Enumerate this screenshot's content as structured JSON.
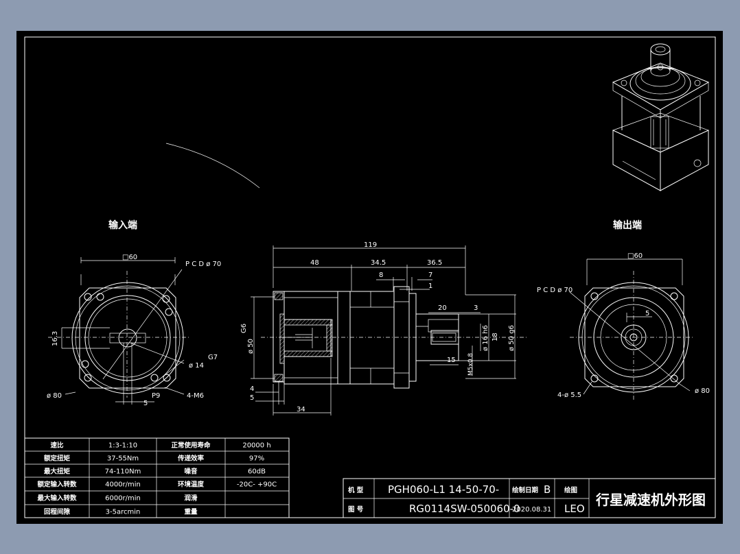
{
  "views": {
    "input_title": "输入端",
    "output_title": "输出端",
    "input": {
      "square": "□60",
      "pcd": "P C D ø 70",
      "h163": "16.3",
      "g7": "G7",
      "d14": "ø 14",
      "d80": "ø 80",
      "p9": "P9",
      "m6": "4-M6",
      "w5": "5"
    },
    "side": {
      "L119": "119",
      "L48": "48",
      "L345": "34.5",
      "L365": "36.5",
      "L8": "8",
      "L7": "7",
      "L1": "1",
      "L20": "20",
      "L3": "3",
      "L15": "15",
      "L4": "4",
      "L5": "5",
      "L34": "34",
      "G6": "G6",
      "d50": "ø 50",
      "d16h6": "ø 16 h6",
      "v18": "18",
      "d50g6": "ø 50 g6",
      "m5": "M5x0.8"
    },
    "output": {
      "square": "□60",
      "pcd": "P C D ø 70",
      "w5": "5",
      "holes": "4-ø 5.5",
      "d80": "ø 80"
    }
  },
  "spec_table": {
    "rows": [
      [
        "速比",
        "1:3-1:10",
        "正常使用寿命",
        "20000  h"
      ],
      [
        "额定扭矩",
        "37-55Nm",
        "传递效率",
        "97%"
      ],
      [
        "最大扭矩",
        "74-110Nm",
        "噪音",
        "60dB"
      ],
      [
        "额定输入转数",
        "4000r/min",
        "环境温度",
        "-20C- +90C"
      ],
      [
        "最大输入转数",
        "6000r/min",
        "润滑",
        ""
      ],
      [
        "回程间隙",
        "3-5arcmin",
        "重量",
        ""
      ]
    ]
  },
  "title_block": {
    "model_label": "机 型",
    "model_value": "PGH060-L1 14-50-70-",
    "drawing_no_label": "图 号",
    "drawing_no_value": "RG0114SW-050060-0",
    "date_label": "绘制日期",
    "version": "B",
    "date_value": "2020.08.31",
    "drawer_label": "绘图",
    "drawer_value": "LEO",
    "title": "行星减速机外形图"
  }
}
